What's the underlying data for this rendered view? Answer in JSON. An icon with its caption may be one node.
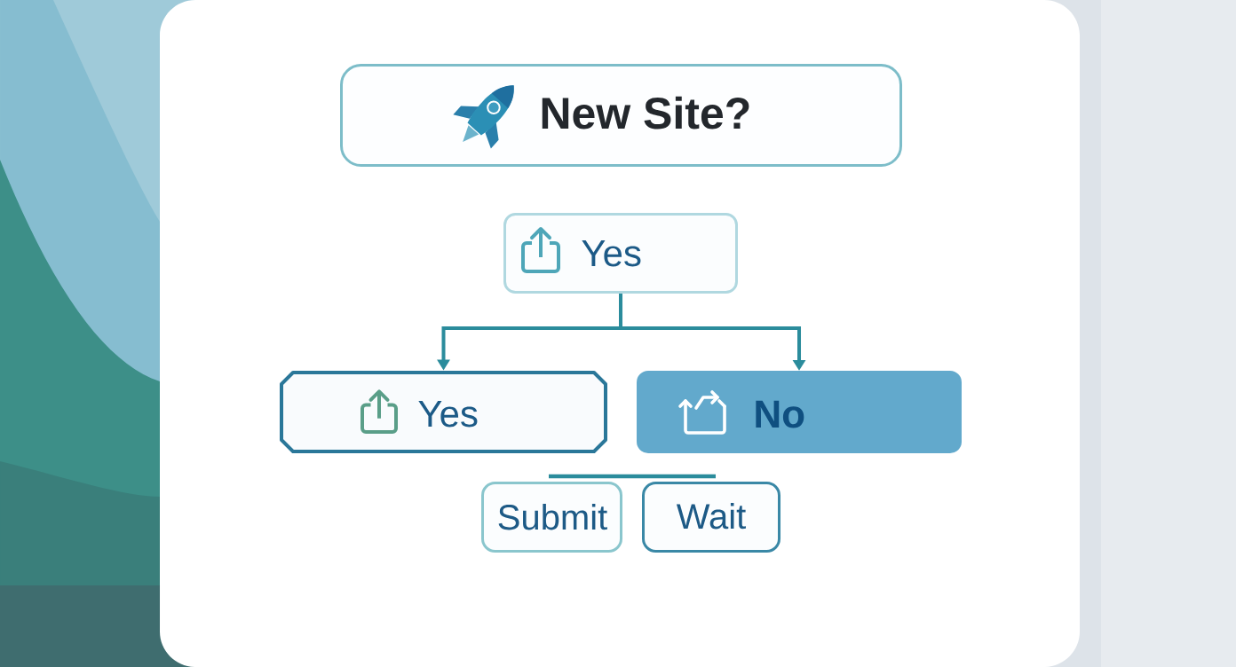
{
  "diagram": {
    "nodes": [
      {
        "text": [
          "New Site?"
        ]
      },
      {
        "text": [
          "Yes"
        ]
      },
      {
        "text": [
          "Yes"
        ]
      },
      {
        "text": [
          "No"
        ]
      },
      {
        "text": [
          "Submit"
        ]
      },
      {
        "text": [
          "Wait"
        ]
      }
    ],
    "edges": [
      {
        "from": 1,
        "to": 2,
        "arrow": "to"
      },
      {
        "from": 1,
        "to": 3,
        "arrow": "to"
      }
    ]
  }
}
